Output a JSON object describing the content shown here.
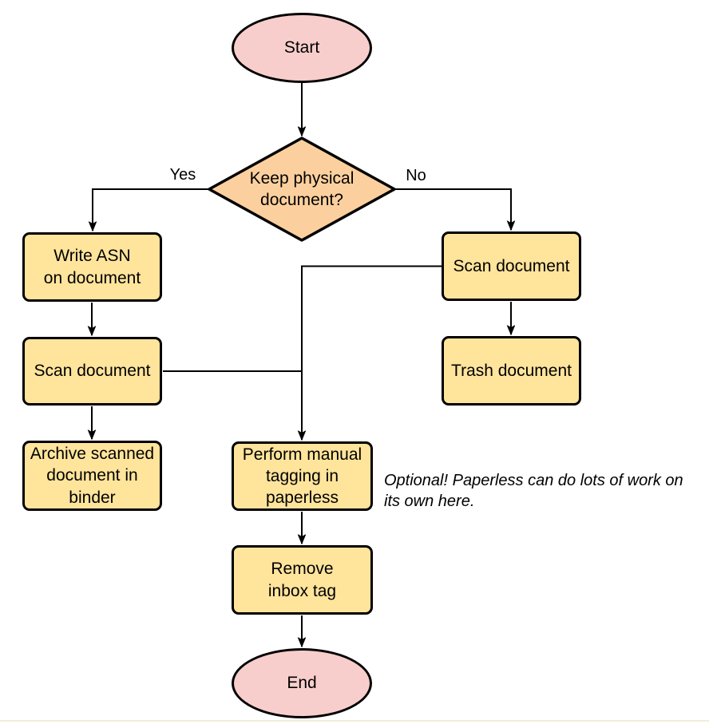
{
  "diagram": {
    "nodes": {
      "start": {
        "label": "Start"
      },
      "decision": {
        "label": "Keep physical\ndocument?"
      },
      "write_asn": {
        "label": "Write ASN\non document"
      },
      "scan_left": {
        "label": "Scan document"
      },
      "archive": {
        "label": "Archive scanned\ndocument in\nbinder"
      },
      "scan_right": {
        "label": "Scan document"
      },
      "trash": {
        "label": "Trash document"
      },
      "tagging": {
        "label": "Perform manual\ntagging in\npaperless"
      },
      "remove_inbox": {
        "label": "Remove\ninbox tag"
      },
      "end": {
        "label": "End"
      }
    },
    "edge_labels": {
      "yes": "Yes",
      "no": "No"
    },
    "annotation": "Optional! Paperless can do lots of work on\nits own here.",
    "colors": {
      "terminator_fill": "#f8cecc",
      "decision_fill": "#fcd09e",
      "process_fill": "#ffe49c",
      "stroke": "#000000"
    }
  }
}
